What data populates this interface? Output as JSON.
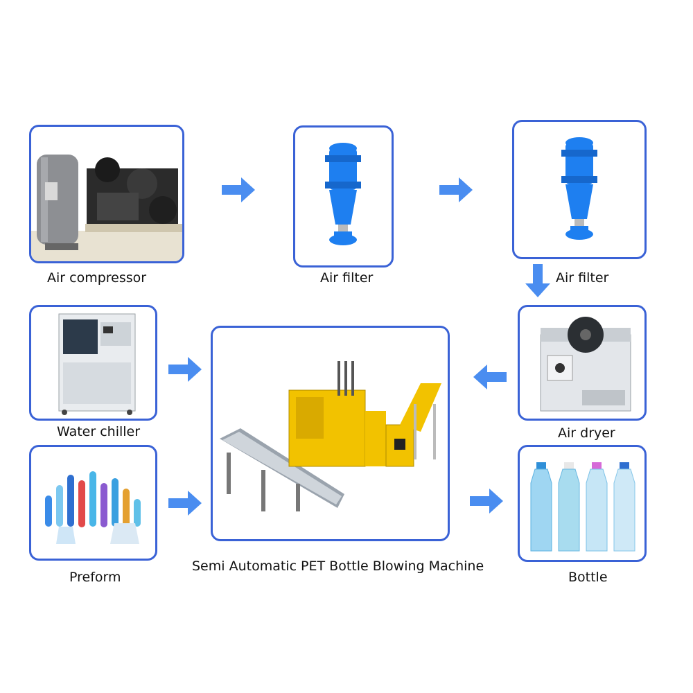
{
  "nodes": {
    "air_compressor": "Air compressor",
    "air_filter_1": "Air filter",
    "air_filter_2": "Air filter",
    "water_chiller": "Water chiller",
    "air_dryer": "Air dryer",
    "preform": "Preform",
    "machine": "Semi Automatic PET Bottle Blowing Machine",
    "bottle": "Bottle"
  },
  "colors": {
    "border": "#3a62d6",
    "arrow": "#4a8df0",
    "filter_blue": "#1e7ff0",
    "machine_yellow": "#f2c200"
  },
  "icons": {
    "compressor": "air-compressor-icon",
    "filter": "air-filter-icon",
    "chiller": "water-chiller-icon",
    "dryer": "air-dryer-icon",
    "preforms": "preform-icon",
    "machine": "blowing-machine-icon",
    "bottles": "bottle-icon",
    "arrow": "arrow-icon"
  }
}
